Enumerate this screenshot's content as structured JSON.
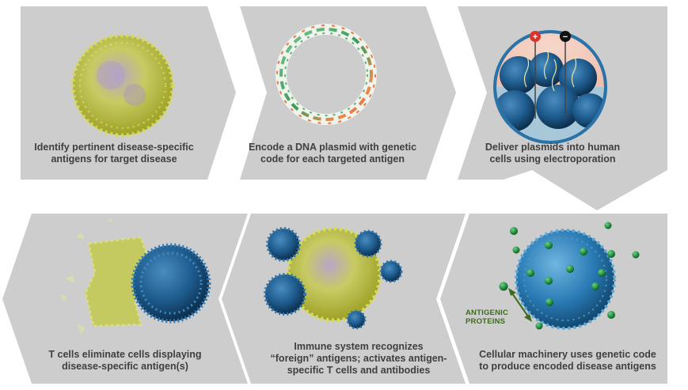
{
  "steps": [
    {
      "id": "identify",
      "caption": [
        "Identify pertinent disease-specific",
        "antigens for target disease"
      ]
    },
    {
      "id": "encode",
      "caption": [
        "Encode a DNA plasmid with genetic",
        "code for each targeted antigen"
      ]
    },
    {
      "id": "deliver",
      "caption": [
        "Deliver plasmids into human",
        "cells using electroporation"
      ]
    },
    {
      "id": "machinery",
      "caption": [
        "Cellular machinery uses genetic code",
        "to produce encoded disease antigens"
      ]
    },
    {
      "id": "immune",
      "caption": [
        "Immune system recognizes",
        "“foreign” antigens; activates antigen-",
        "specific T cells and antibodies"
      ]
    },
    {
      "id": "eliminate",
      "caption": [
        "T cells eliminate cells displaying",
        "disease-specific antigen(s)"
      ]
    }
  ],
  "annotations": {
    "antigenic_proteins": [
      "ANTIGENIC",
      "PROTEINS"
    ],
    "plus_sign": "+",
    "minus_sign": "−"
  },
  "colors": {
    "panel_bg": "#cdcdcd",
    "caption_text": "#3f3f3f",
    "disease_cell": "#c9cf3e",
    "t_cell": "#1f5f92",
    "antigen": "#1e8a3c",
    "label_green": "#3d6b1e"
  }
}
